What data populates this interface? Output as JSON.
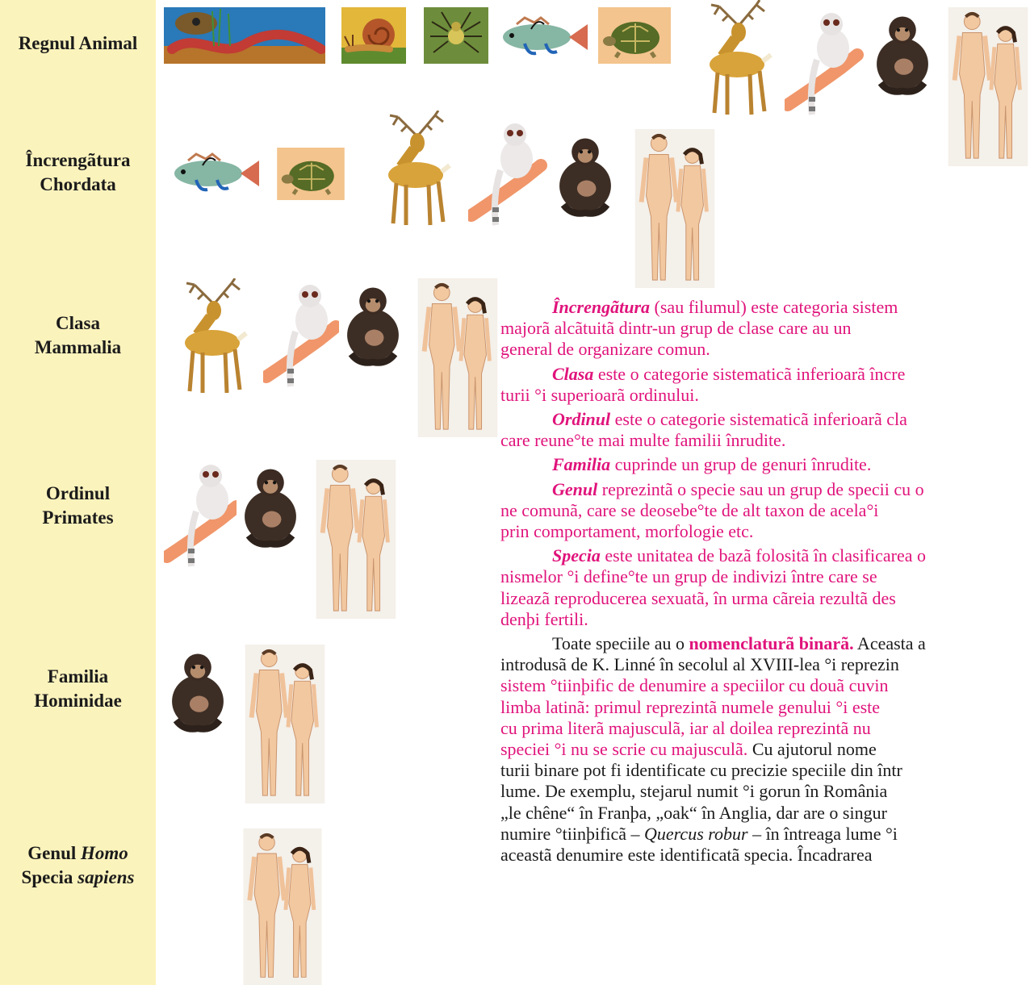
{
  "ranks": {
    "kingdom": "Regnul Animal",
    "phylum_1": "Încrengãtura",
    "phylum_2": "Chordata",
    "class_1": "Clasa",
    "class_2": "Mammalia",
    "order_1": "Ordinul",
    "order_2": "Primates",
    "family_1": "Familia",
    "family_2": "Hominidae",
    "genus_label": "Genul",
    "genus_name": "Homo",
    "species_label": "Specia",
    "species_name": "sapiens"
  },
  "text": {
    "p1_term": "Încrengãtura",
    "p1_l1": " (sau filumul) este categoria sistem",
    "p1_l2": "majorã alcãtuitã dintr-un grup de clase care au un",
    "p1_l3": "general de organizare comun.",
    "p2_term": "Clasa",
    "p2_l1": " este o categorie sistematicã inferioarã încre",
    "p2_l2": "turii °i superioarã ordinului.",
    "p3_term": "Ordinul",
    "p3_l1": " este o categorie sistematicã inferioarã cla",
    "p3_l2": "care reune°te mai multe familii înrudite.",
    "p4_term": "Familia",
    "p4_l1": " cuprinde un grup de genuri înrudite.",
    "p5_term": "Genul",
    "p5_l1": " reprezintã o specie sau un grup de specii cu o",
    "p5_l2": "ne comunã, care se deosebe°te de alt taxon de acela°i",
    "p5_l3": "prin comportament, morfologie etc.",
    "p6_term": "Specia",
    "p6_l1": " este unitatea de bazã folositã în clasificarea o",
    "p6_l2": "nismelor °i define°te un grup de indivizi între care se",
    "p6_l3": "lizeazã reproducerea sexuatã, în urma cãreia rezultã des",
    "p6_l4": "denþi fertili.",
    "p7_l1a": "Toate speciile au o ",
    "p7_hl": "nomenclaturã binarã.",
    "p7_l1b": " Aceasta a",
    "p7_l2": "introdusã de K. Linné în secolul al XVIII-lea °i reprezin",
    "p7_l3": "sistem °tiinþific de denumire a speciilor cu douã cuvin",
    "p7_l4": "limba latinã: primul reprezintã numele genului °i este",
    "p7_l5": "cu prima literã majusculã, iar al doilea reprezintã nu",
    "p7_l6a": "speciei °i nu se scrie cu majusculã.",
    "p7_l6b": " Cu ajutorul nome",
    "p7_l7": "turii binare pot fi identificate cu precizie speciile din într",
    "p7_l8": "lume. De exemplu, stejarul numit °i gorun în România",
    "p7_l9": "„le chêne“ în Franþa, „oak“ în Anglia, dar are o singur",
    "p7_l10a": "numire °tiinþificã – ",
    "p7_l10i": "Quercus robur",
    "p7_l10b": " – în întreaga lume °i",
    "p7_l11": "aceastã denumire este identificatã specia. Încadrarea"
  },
  "colors": {
    "sidebar": "#fbf3bc",
    "accent": "#e0137b",
    "text": "#1b1b1b"
  }
}
